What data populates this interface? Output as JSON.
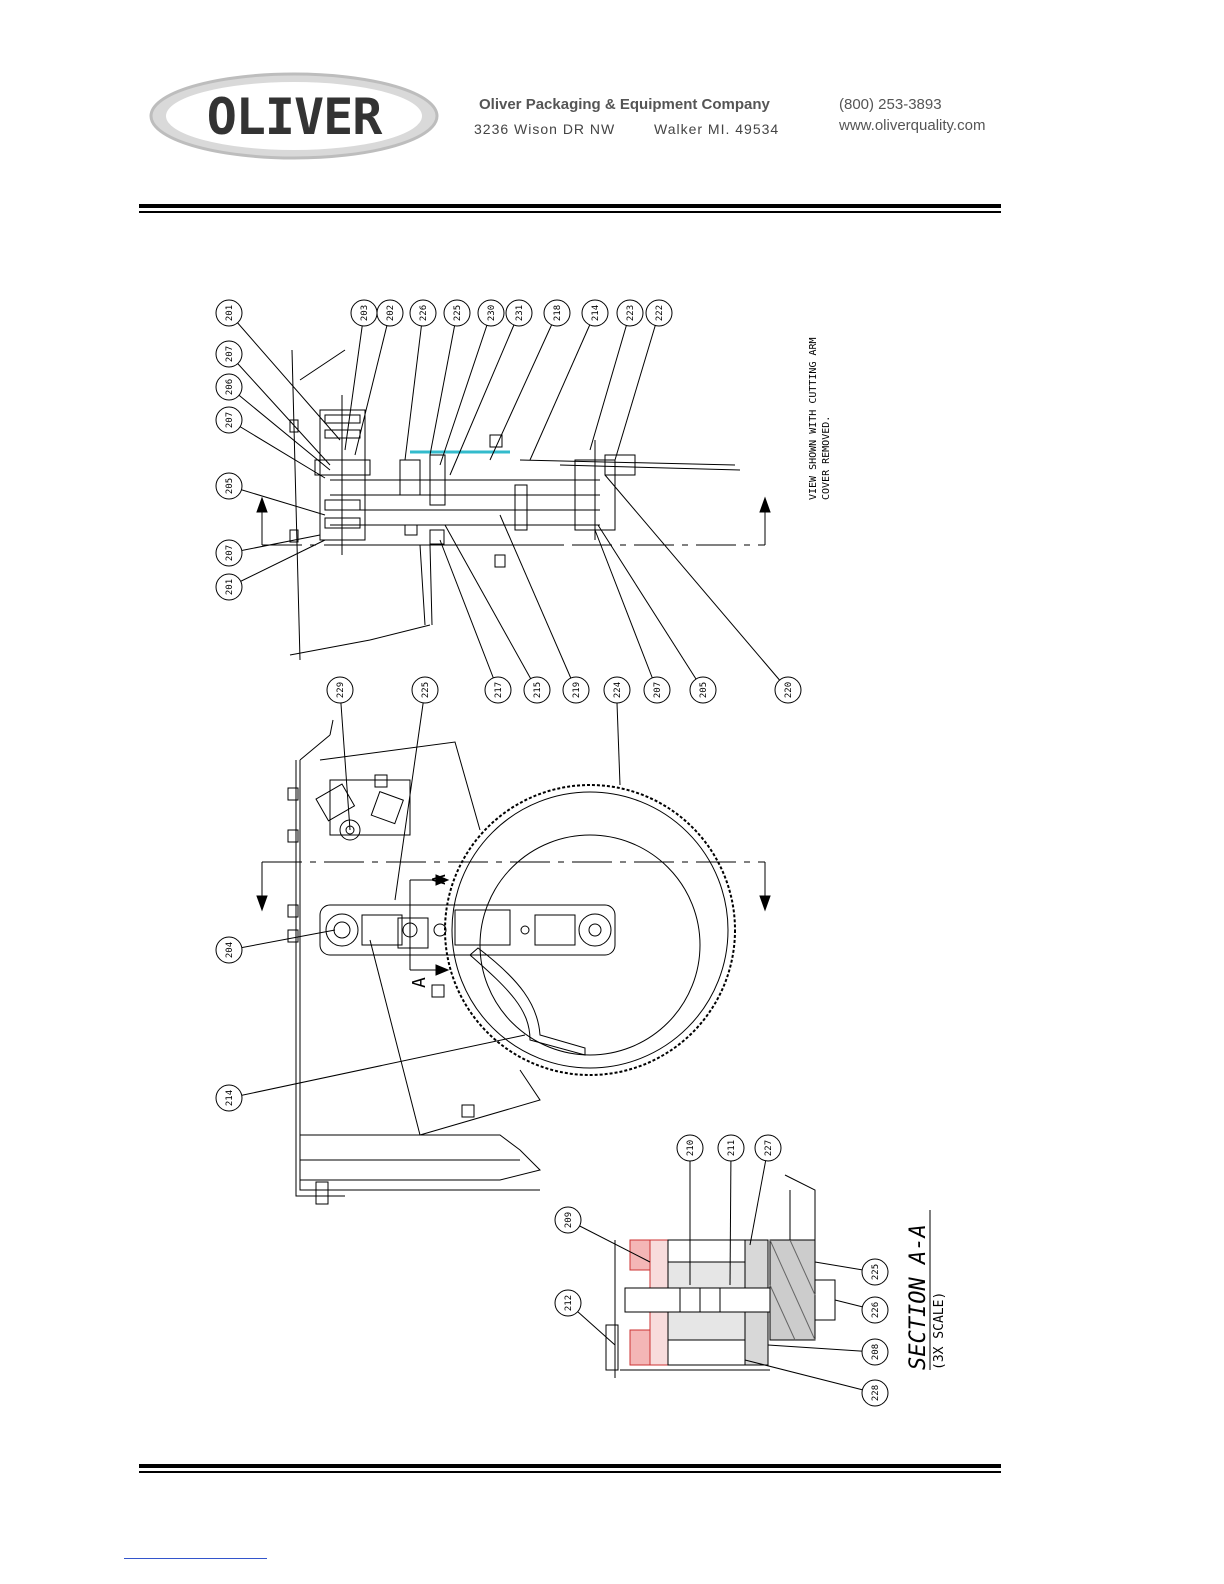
{
  "header": {
    "logo_text": "OLIVER",
    "company_name": "Oliver Packaging & Equipment Company",
    "address_street": "3236 Wison DR NW",
    "address_city": "Walker MI. 49534",
    "phone": "(800) 253-3893",
    "website": "www.oliverquality.com"
  },
  "drawing": {
    "note": "VIEW SHOWN WITH CUTTING ARM COVER REMOVED.",
    "section_title": "SECTION A-A",
    "section_scale": "(3X SCALE)",
    "section_marker": "A",
    "top_view_left_callouts": [
      "201",
      "207",
      "206",
      "207",
      "205",
      "207",
      "201"
    ],
    "top_view_top_callouts": [
      "203",
      "202",
      "226",
      "225",
      "230",
      "231",
      "218",
      "214",
      "223",
      "222"
    ],
    "top_view_bottom_callouts": [
      "217",
      "215",
      "219",
      "224",
      "207",
      "205",
      "220"
    ],
    "main_view_callouts": [
      "229",
      "225",
      "204",
      "214"
    ],
    "section_callouts": [
      "209",
      "210",
      "211",
      "227",
      "212",
      "225",
      "226",
      "208",
      "228"
    ]
  },
  "colors": {
    "line": "#000000",
    "accent_red": "#cc3333",
    "accent_cyan": "#33bbcc"
  }
}
